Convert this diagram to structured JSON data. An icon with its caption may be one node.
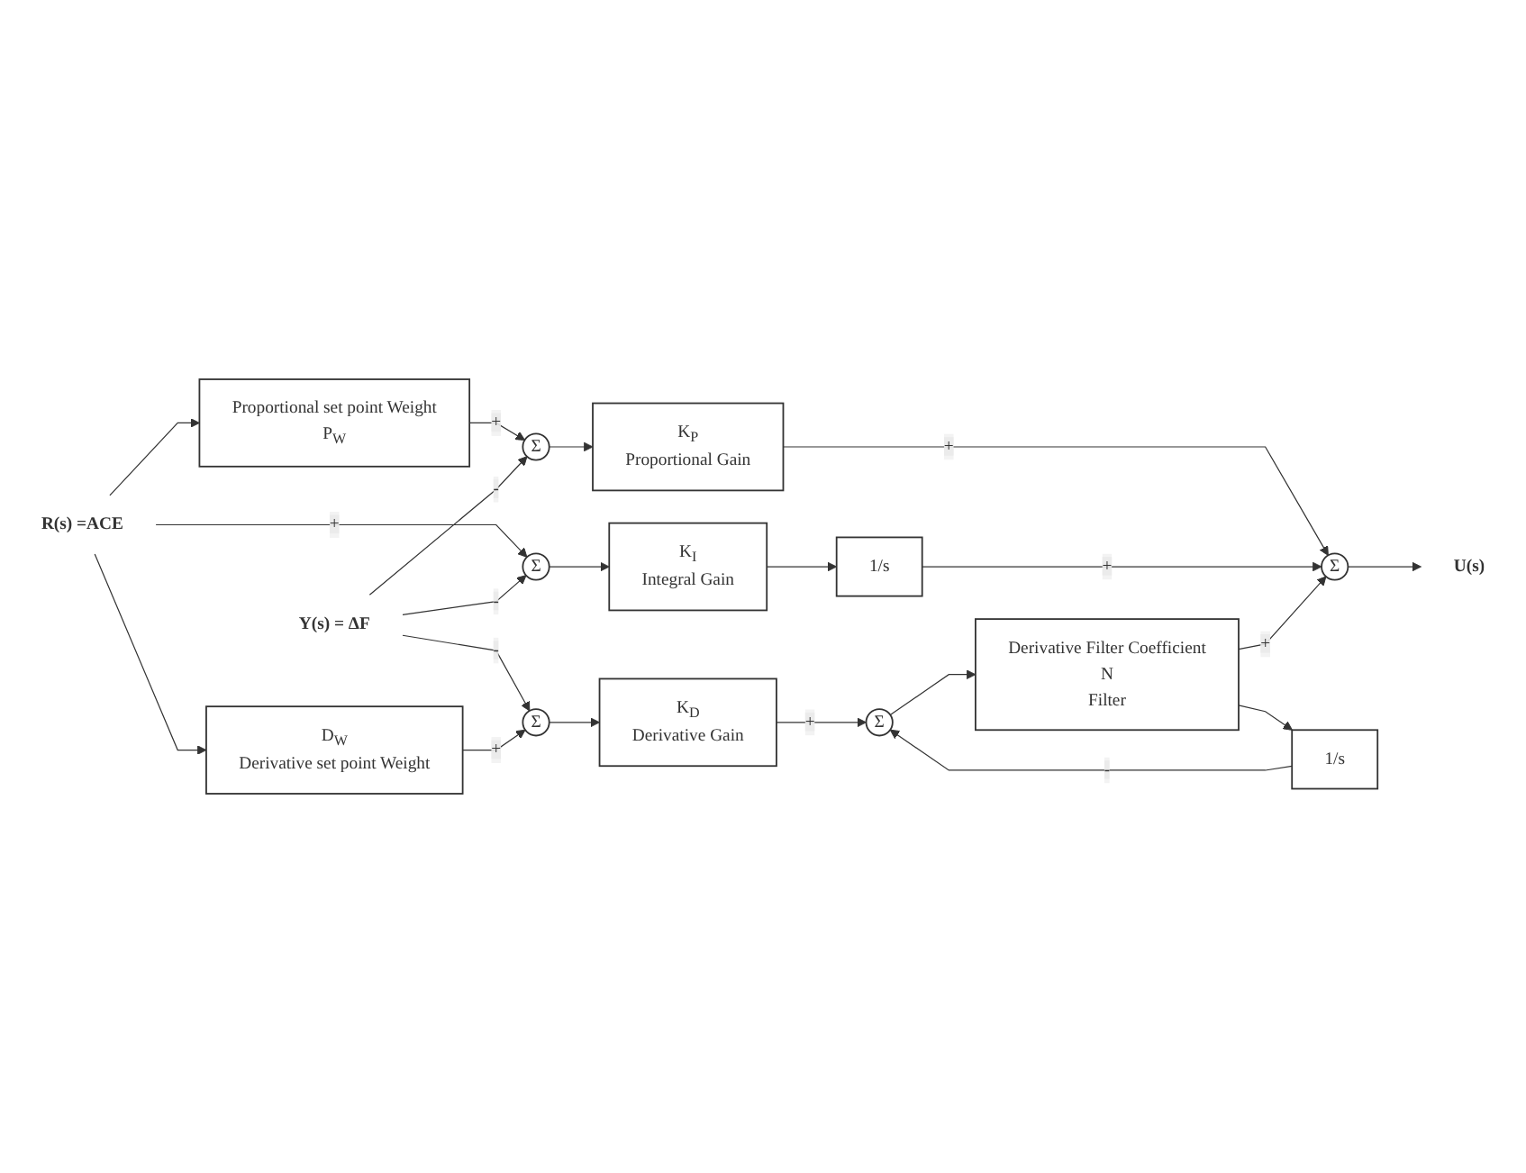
{
  "diagram": {
    "nodes": [
      {
        "text": [
          "R(s) =ACE"
        ]
      },
      {
        "text": [
          "Y(s) = ΔF"
        ]
      },
      {
        "text": [
          "Proportional set point Weight",
          "P$_{W}$"
        ]
      },
      {
        "text": [
          "Σ"
        ]
      },
      {
        "text": [
          "K$_{P}$",
          "Proportional Gain"
        ]
      },
      {
        "text": [
          "Σ"
        ]
      },
      {
        "text": [
          "K$_{I}$",
          "Integral Gain"
        ]
      },
      {
        "text": [
          "1/s"
        ]
      },
      {
        "text": [
          "Σ"
        ]
      },
      {
        "text": [
          "U(s)"
        ]
      },
      {
        "text": [
          "D$_{W}$",
          "Derivative set point Weight"
        ]
      },
      {
        "text": [
          "Σ"
        ]
      },
      {
        "text": [
          "K$_{D}$",
          "Derivative Gain"
        ]
      },
      {
        "text": [
          "Σ"
        ]
      },
      {
        "text": [
          "Derivative Filter Coefficient",
          "N",
          "Filter"
        ]
      },
      {
        "text": [
          "1/s"
        ]
      }
    ],
    "edges": [
      {
        "from": 0,
        "to": 2,
        "arrow": "to"
      },
      {
        "from": 0,
        "to": 5,
        "arrow": "to",
        "label": "+"
      },
      {
        "from": 0,
        "to": 10,
        "arrow": "to"
      },
      {
        "from": 2,
        "to": 3,
        "arrow": "to",
        "label": "+"
      },
      {
        "from": 1,
        "to": 3,
        "arrow": "to",
        "label": "-"
      },
      {
        "from": 1,
        "to": 5,
        "arrow": "to",
        "label": "-"
      },
      {
        "from": 1,
        "to": 11,
        "arrow": "to",
        "label": "-"
      },
      {
        "from": 3,
        "to": 4,
        "arrow": "to"
      },
      {
        "from": 4,
        "to": 8,
        "arrow": "to",
        "label": "+"
      },
      {
        "from": 5,
        "to": 6,
        "arrow": "to"
      },
      {
        "from": 6,
        "to": 7,
        "arrow": "to"
      },
      {
        "from": 7,
        "to": 8,
        "arrow": "to",
        "label": "+"
      },
      {
        "from": 8,
        "to": 9,
        "arrow": "to"
      },
      {
        "from": 10,
        "to": 11,
        "arrow": "to",
        "label": "+"
      },
      {
        "from": 11,
        "to": 12,
        "arrow": "to"
      },
      {
        "from": 12,
        "to": 13,
        "arrow": "to",
        "label": "+"
      },
      {
        "from": 13,
        "to": 14,
        "arrow": "to"
      },
      {
        "from": 14,
        "to": 8,
        "arrow": "to",
        "label": "+"
      },
      {
        "from": 14,
        "to": 15,
        "arrow": "to"
      },
      {
        "from": 15,
        "to": 13,
        "arrow": "to",
        "label": "-"
      }
    ]
  }
}
